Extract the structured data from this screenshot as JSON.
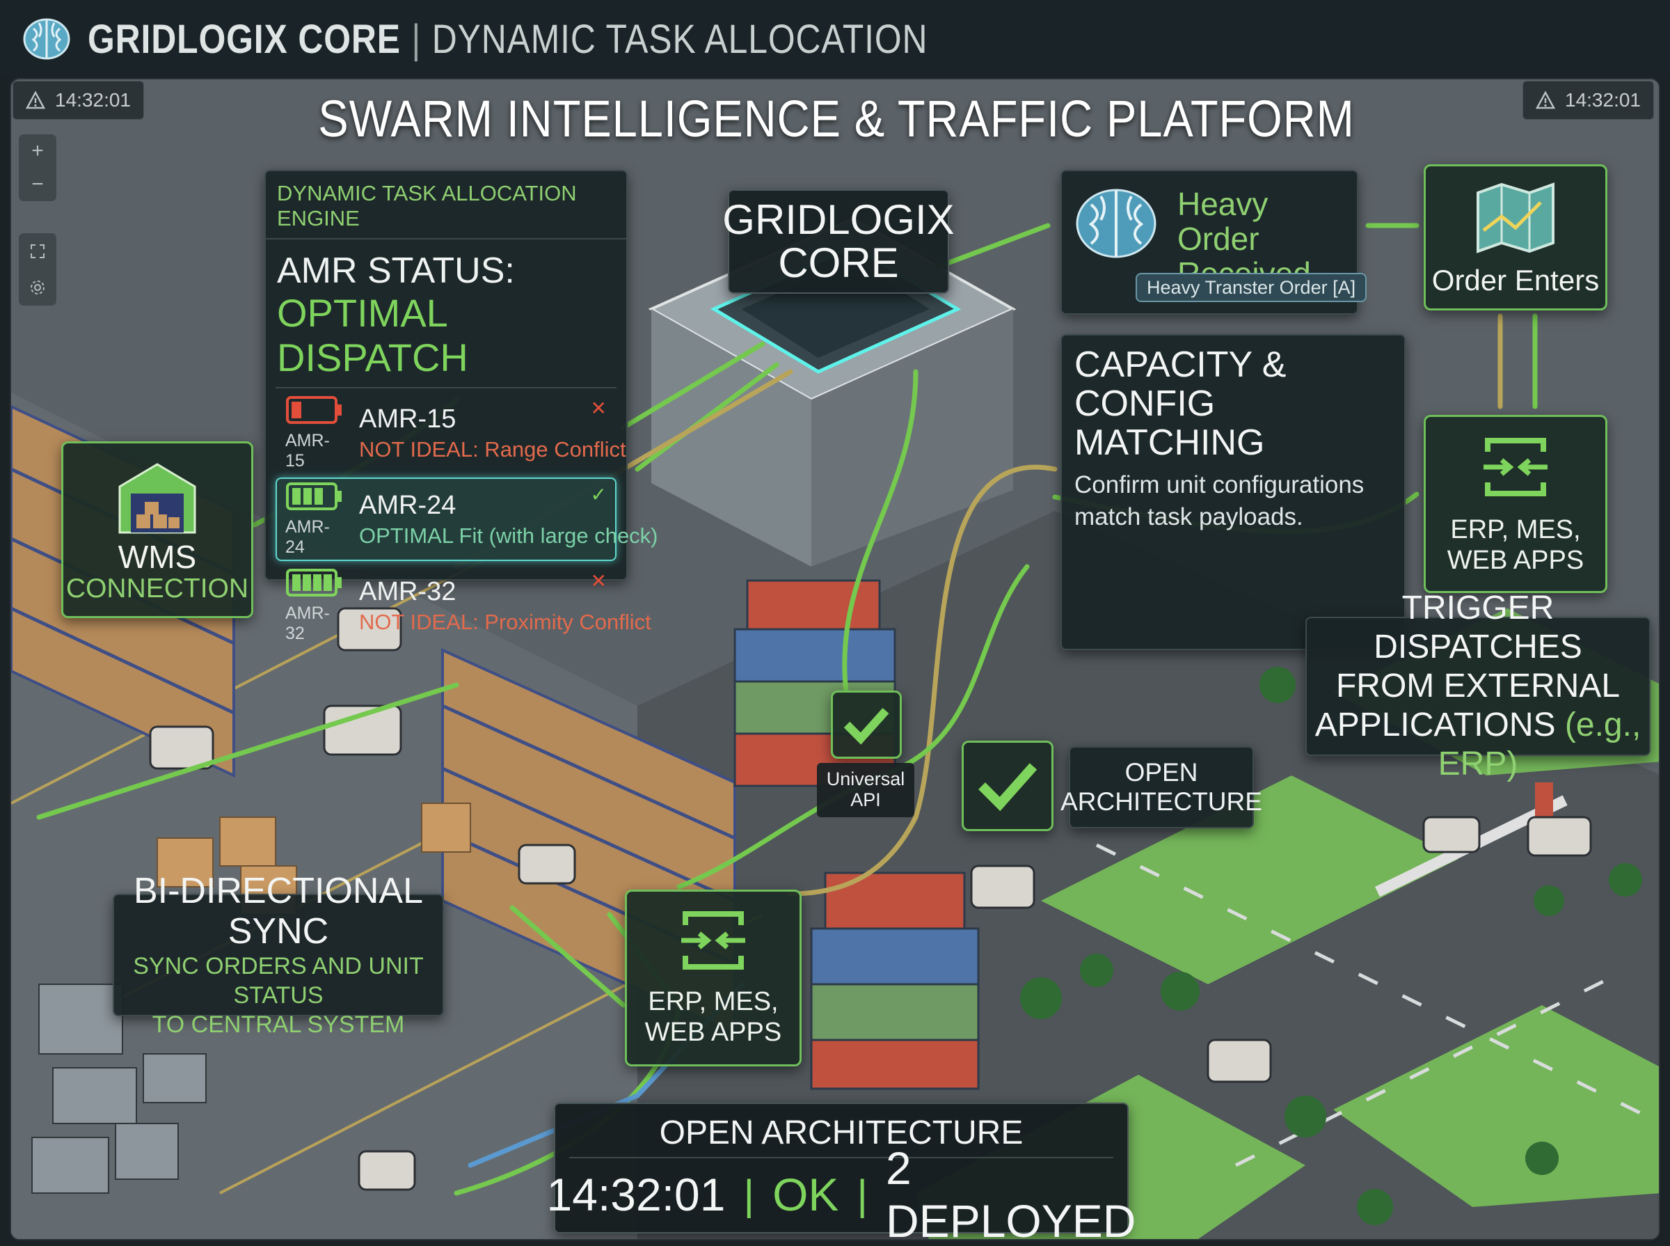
{
  "header": {
    "brand": "GRIDLOGIX CORE",
    "separator": "|",
    "subtitle": "DYNAMIC TASK ALLOCATION"
  },
  "clock_left": "14:32:01",
  "clock_right": "14:32:01",
  "platform_title": "SWARM INTELLIGENCE & TRAFFIC PLATFORM",
  "map_controls": {
    "zoom_in": "+",
    "zoom_out": "−"
  },
  "engine": {
    "header": "DYNAMIC TASK ALLOCATION ENGINE",
    "status_label": "AMR STATUS:",
    "status_value": "OPTIMAL DISPATCH",
    "units": [
      {
        "code": "AMR-15",
        "id": "AMR-15",
        "note": "NOT IDEAL: Range Conflict",
        "battery": 0.2,
        "mark": "✕"
      },
      {
        "code": "AMR-24",
        "id": "AMR-24",
        "note": "OPTIMAL Fit (with large check)",
        "battery": 0.75,
        "mark": "✓"
      },
      {
        "code": "AMR-32",
        "id": "AMR-32",
        "note": "NOT IDEAL: Proximity Conflict",
        "battery": 1.0,
        "mark": "✕"
      }
    ]
  },
  "core": {
    "line1": "GRIDLOGIX",
    "line2": "CORE"
  },
  "heavy_order": {
    "line1": "Heavy Order",
    "line2": "Received",
    "tag": "Heavy Transter Order [A]"
  },
  "order_enters": "Order Enters",
  "capacity": {
    "title_line1": "CAPACITY & CONFIG",
    "title_line2": "MATCHING",
    "desc_line1": "Confirm unit configurations",
    "desc_line2": "match task payloads."
  },
  "erp_right": {
    "line1": "ERP, MES,",
    "line2": "WEB APPS"
  },
  "trigger": {
    "line1": "TRIGGER DISPATCHES",
    "line2": "FROM EXTERNAL",
    "line3": "APPLICATIONS",
    "example": "(e.g., ERP)"
  },
  "wms": {
    "line1": "WMS",
    "line2": "CONNECTION"
  },
  "universal_api": {
    "line1": "Universal",
    "line2": "API"
  },
  "open_arch_label": {
    "line1": "OPEN",
    "line2": "ARCHITECTURE"
  },
  "bisync": {
    "title": "BI-DIRECTIONAL SYNC",
    "line1": "SYNC ORDERS AND UNIT STATUS",
    "line2": "TO CENTRAL SYSTEM"
  },
  "erp_center": {
    "line1": "ERP, MES,",
    "line2": "WEB APPS"
  },
  "status_panel": {
    "title": "OPEN ARCHITECTURE",
    "time": "14:32:01",
    "divider": "|",
    "state": "OK",
    "deployed": "2 DEPLOYED"
  },
  "colors": {
    "accent_green": "#7ed45c",
    "alert_red": "#e24e3a",
    "highlight_cyan": "#5fd9d0",
    "panel_bg": "#1a2426"
  }
}
